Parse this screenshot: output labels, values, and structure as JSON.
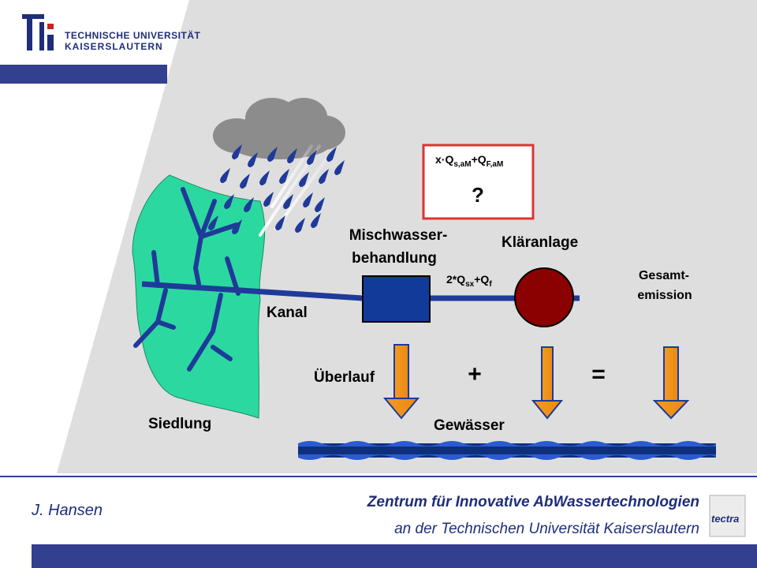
{
  "header": {
    "logo_line1": "TECHNISCHE UNIVERSITÄT",
    "logo_line2": "KAISERSLAUTERN"
  },
  "diagram": {
    "formula_top_x": "x·Q",
    "formula_top_sub1": "s,aM",
    "formula_top_plus": "+Q",
    "formula_top_sub2": "F,aM",
    "question": "?",
    "mischwasser_line1": "Mischwasser-",
    "mischwasser_line2": "behandlung",
    "klaeranlage": "Kläranlage",
    "formula_mid_a": "2*Q",
    "formula_mid_sub1": "sx",
    "formula_mid_b": "+Q",
    "formula_mid_sub2": "f",
    "gesamt_line1": "Gesamt-",
    "gesamt_line2": "emission",
    "kanal": "Kanal",
    "ueberlauf": "Überlauf",
    "plus": "+",
    "equals": "=",
    "siedlung": "Siedlung",
    "gewaesser": "Gewässer"
  },
  "footer": {
    "author": "J. Hansen",
    "org_line1": "Zentrum für Innovative AbWassertechnologien",
    "org_line2": "an der Technischen Universität Kaiserslautern",
    "tectra_logo": "tectra"
  },
  "colors": {
    "navy": "#1f2d7a",
    "green": "#2bd9a0",
    "red_circle": "#8b0000",
    "frame_red": "#dd3333",
    "orange": "#f7941d",
    "cloud": "#8c8c8c"
  }
}
